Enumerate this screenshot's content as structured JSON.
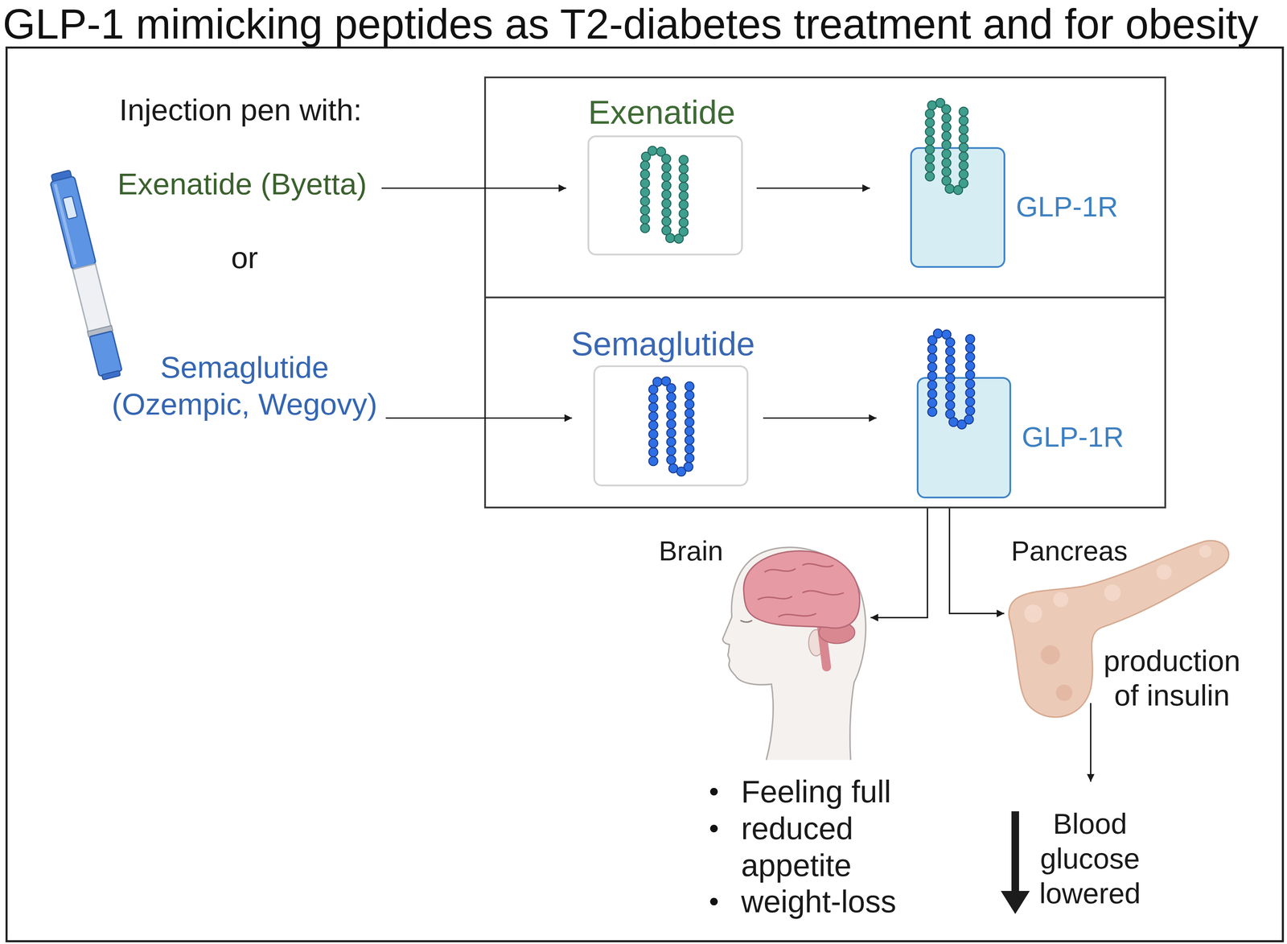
{
  "diagram": {
    "title": "GLP-1 mimicking peptides as T2-diabetes treatment and for obesity",
    "nodes": [
      {
        "text": [
          "Exenatide (Byetta)"
        ]
      },
      {
        "text": [
          "Semaglutide (Ozempic, Wegovy)"
        ]
      },
      {
        "text": []
      },
      {
        "text": [
          "Exenatide"
        ],
        "in": 2
      },
      {
        "text": [
          "GLP-1R"
        ],
        "in": 2
      },
      {
        "text": [
          "Semaglutide"
        ],
        "in": 2
      },
      {
        "text": [
          "GLP-1R"
        ],
        "in": 2
      },
      {
        "text": [
          "Brain",
          "Feeling full",
          "reduced appetite",
          "weight-loss"
        ]
      },
      {
        "text": [
          "Pancreas",
          "production of insulin"
        ]
      },
      {
        "text": [
          "Blood glucose lowered"
        ]
      }
    ],
    "edges": [
      {
        "from": 0,
        "to": 3,
        "arrow": "to"
      },
      {
        "from": 3,
        "to": 4,
        "arrow": "to"
      },
      {
        "from": 1,
        "to": 5,
        "arrow": "to"
      },
      {
        "from": 5,
        "to": 6,
        "arrow": "to"
      },
      {
        "from": 2,
        "to": 7,
        "arrow": "to"
      },
      {
        "from": 2,
        "to": 8,
        "arrow": "to"
      },
      {
        "from": 8,
        "to": 9,
        "arrow": "to"
      }
    ],
    "labels": [
      "Injection pen with:",
      "or"
    ]
  }
}
